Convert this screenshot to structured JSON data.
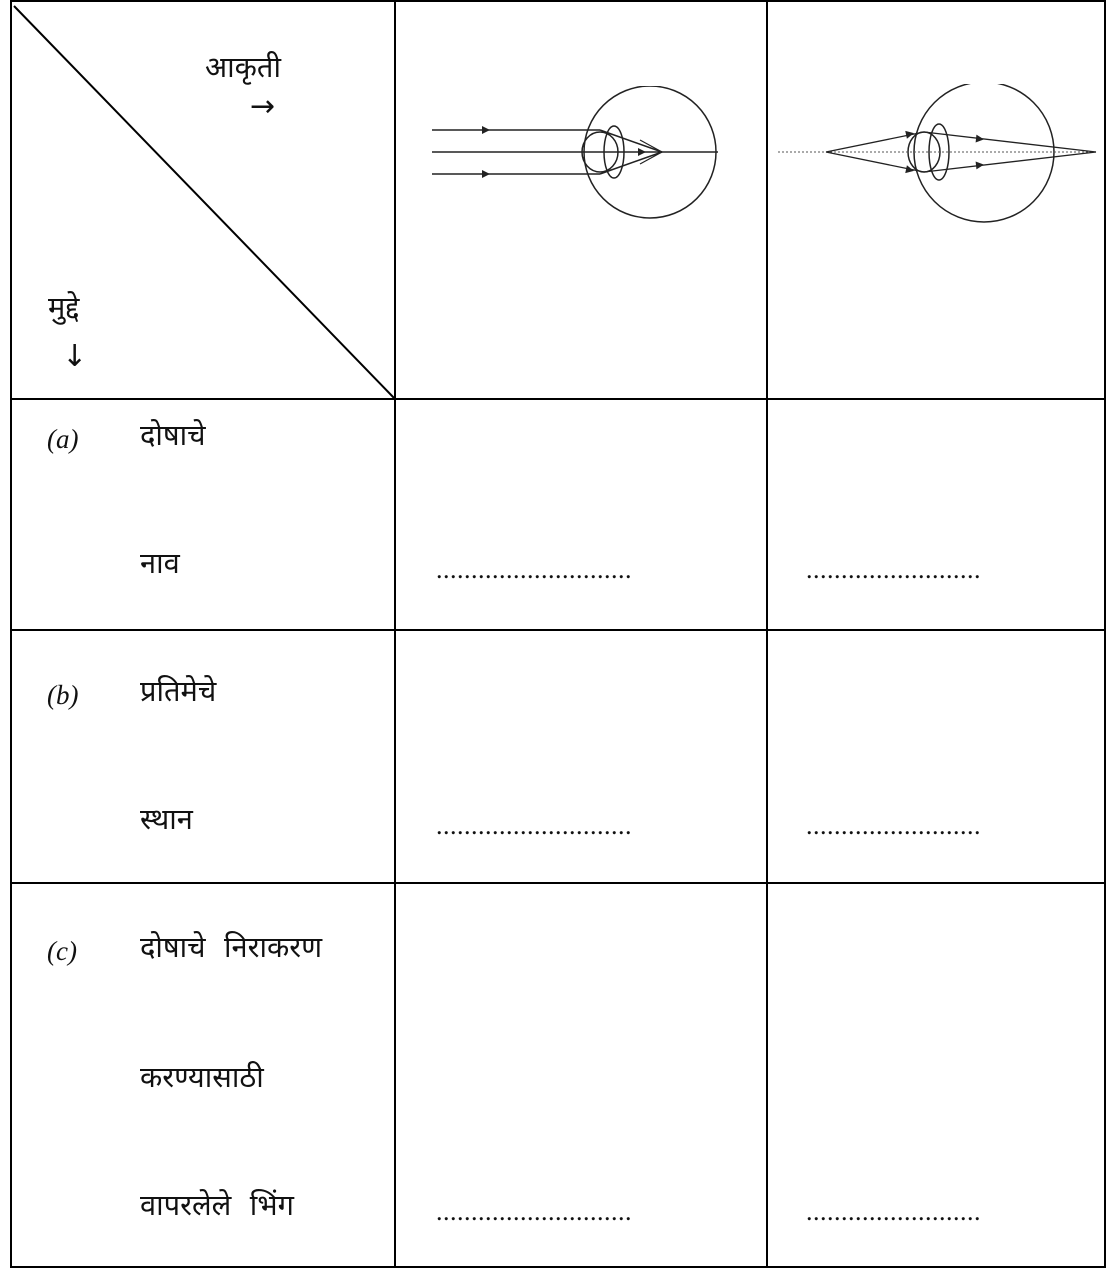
{
  "header": {
    "figure_label": "आकृती",
    "figure_arrow": "→",
    "points_label": "मुद्दे",
    "points_arrow": "↓"
  },
  "rows": [
    {
      "letter": "(a)",
      "lines": [
        "दोषाचे",
        "नाव"
      ],
      "blank_1": "............................",
      "blank_2": "........................."
    },
    {
      "letter": "(b)",
      "lines": [
        "प्रतिमेचे",
        "स्थान"
      ],
      "blank_1": "............................",
      "blank_2": "........................."
    },
    {
      "letter": "(c)",
      "lines": [
        "दोषाचे  निराकरण",
        "करण्यासाठी",
        "वापरलेले  भिंग"
      ],
      "blank_1": "............................",
      "blank_2": "........................."
    }
  ],
  "figures": [
    {
      "icon": "eye-ray-diagram-icon"
    },
    {
      "icon": "eye-ray-diagram-icon"
    }
  ]
}
